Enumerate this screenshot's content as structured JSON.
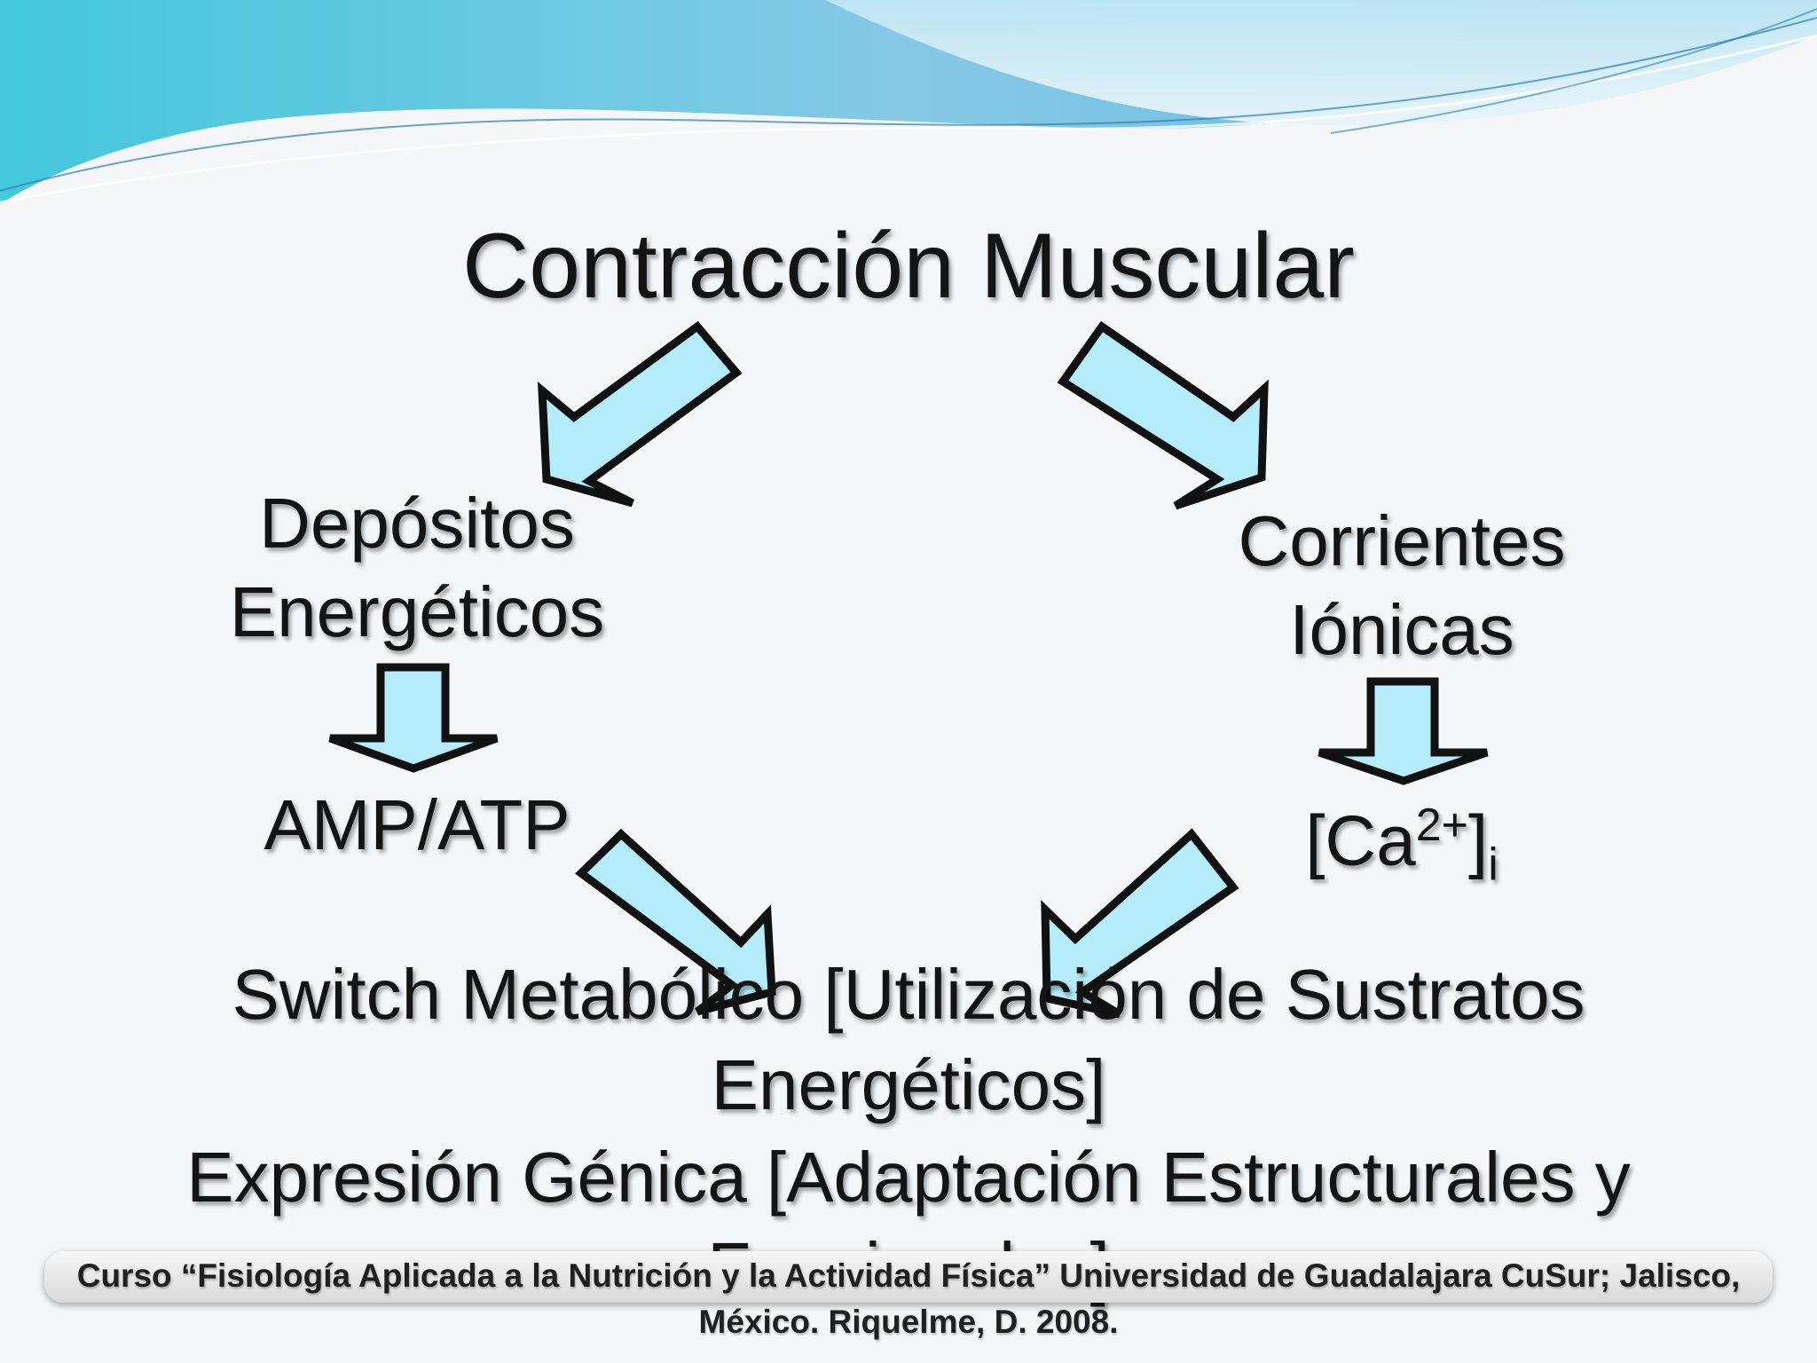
{
  "slide": {
    "title": "Contracción Muscular",
    "left_branch": {
      "node": "Depósitos Energéticos",
      "signal": "AMP/ATP"
    },
    "right_branch": {
      "node": "Corrientes Iónicas",
      "signal_base": "[Ca",
      "signal_sup": "2+",
      "signal_close": "]",
      "signal_sub": "i"
    },
    "outcomes": {
      "switch": "Switch Metabólico [Utilización de Sustratos Energéticos]",
      "expresion": "Expresión Génica [Adaptación Estructurales y Funcionales]"
    },
    "footer": "Curso “Fisiología Aplicada a la Nutrición y la Actividad Física” Universidad de Guadalajara CuSur; Jalisco, México. Riquelme, D. 2008.",
    "colors": {
      "arrow_fill": "#b4ecfc",
      "arrow_stroke": "#111111",
      "wave_dark": "#5cc6dd",
      "wave_light": "#a8dcef",
      "background": "#f4f6f8"
    }
  }
}
